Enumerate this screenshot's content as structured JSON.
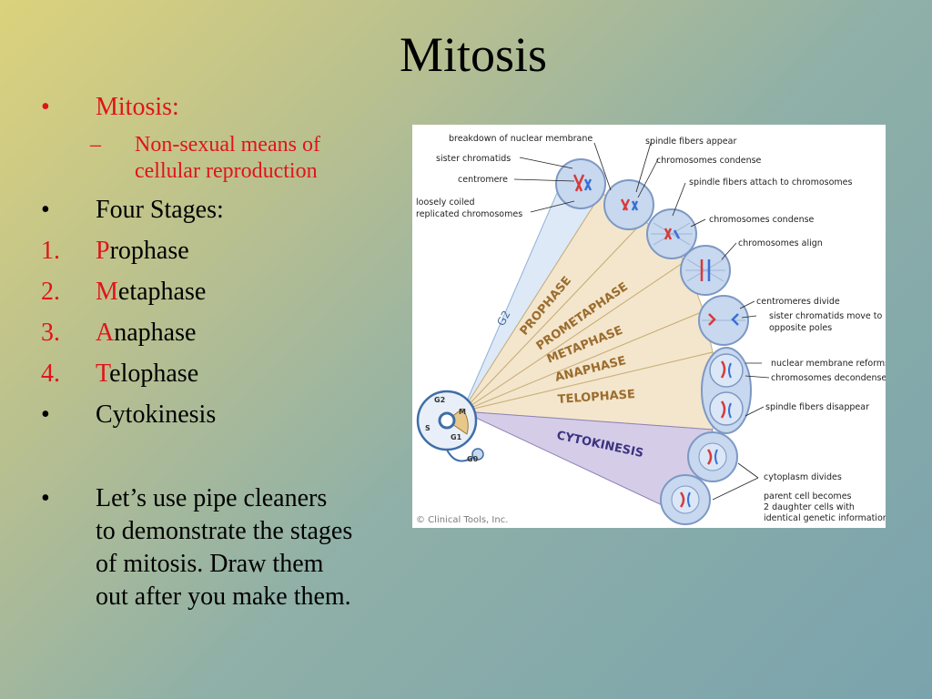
{
  "slide": {
    "title": "Mitosis",
    "bullets": {
      "b1_marker": "•",
      "b1_text": "Mitosis:",
      "b1_sub_marker": "–",
      "b1_sub_line1": "Non-sexual means of",
      "b1_sub_line2": "cellular reproduction",
      "b2_marker": "•",
      "b2_text": "Four Stages:",
      "stages": [
        {
          "num": "1.",
          "first": "P",
          "rest": "rophase"
        },
        {
          "num": "2.",
          "first": "M",
          "rest": "etaphase"
        },
        {
          "num": "3.",
          "first": "A",
          "rest": "naphase"
        },
        {
          "num": "4.",
          "first": "T",
          "rest": "elophase"
        }
      ],
      "b3_marker": "•",
      "b3_text": "Cytokinesis",
      "b4_marker": "•",
      "b4_lines": [
        "Let’s use pipe cleaners",
        "to demonstrate the stages",
        "of mitosis.  Draw them",
        "out after you make them."
      ]
    }
  },
  "figure": {
    "labels": {
      "breakdown": "breakdown of nuclear membrane",
      "sister": "sister chromatids",
      "centromere": "centromere",
      "loosely1": "loosely coiled",
      "loosely2": "replicated chromosomes",
      "spindle_appear": "spindle fibers appear",
      "chrom_condense_a": "chromosomes condense",
      "spindle_attach": "spindle fibers attach to chromosomes",
      "chrom_condense_b": "chromosomes condense",
      "chrom_align": "chromosomes align",
      "centromeres_divide": "centromeres divide",
      "sister_move1": "sister chromatids move to",
      "sister_move2": "opposite poles",
      "nuclear_reforms": "nuclear membrane reforms",
      "chrom_decondense": "chromosomes decondense",
      "spindle_disappear": "spindle fibers disappear",
      "cyto_divides": "cytoplasm divides",
      "parent1": "parent cell becomes",
      "parent2": "2 daughter cells with",
      "parent3": "identical genetic information"
    },
    "phases": {
      "g2": "G2",
      "prophase": "PROPHASE",
      "prometaphase": "PROMETAPHASE",
      "metaphase": "METAPHASE",
      "anaphase": "ANAPHASE",
      "telophase": "TELOPHASE",
      "cytokinesis": "CYTOKINESIS"
    },
    "cycle": {
      "g2": "G2",
      "s": "S",
      "g1": "G1",
      "g0": "G0",
      "m": "M"
    },
    "credit": "© Clinical Tools, Inc.",
    "colors": {
      "wedge_tan": "#f3e6cc",
      "wedge_blue": "#dde9f6",
      "wedge_purple": "#d5cde8",
      "cell_fill": "#c7d8ef",
      "cell_stroke": "#7d98c4"
    }
  }
}
